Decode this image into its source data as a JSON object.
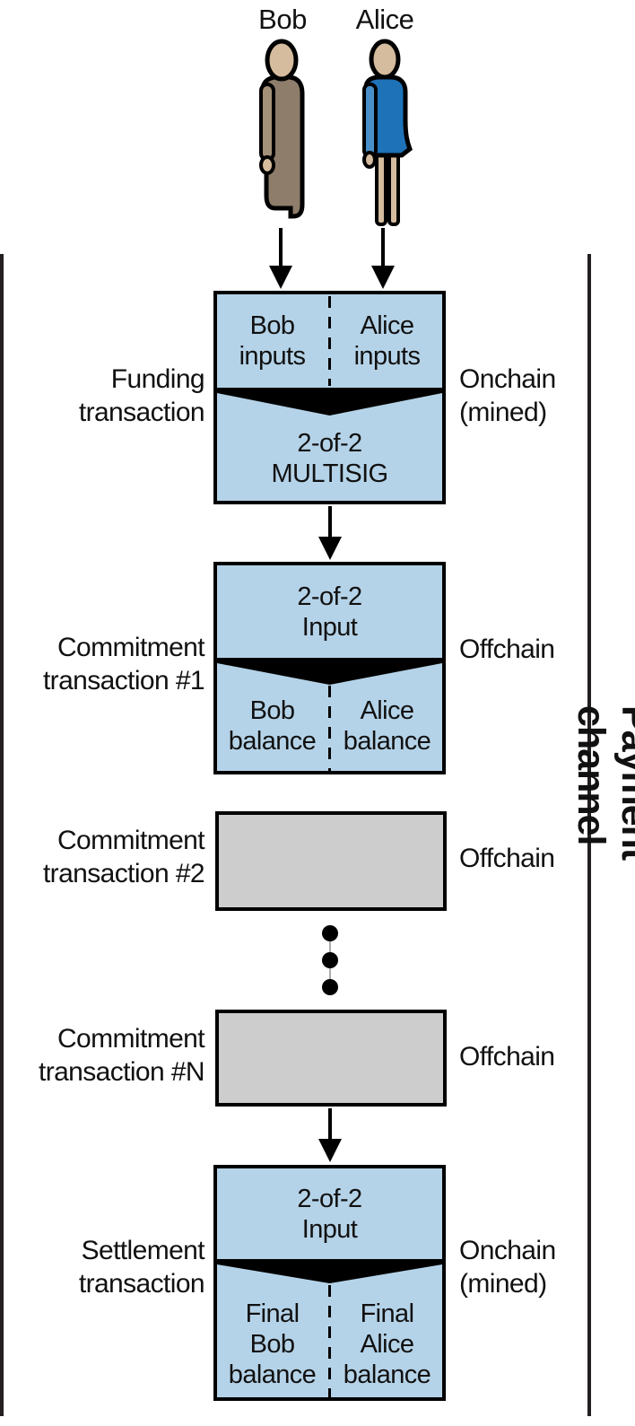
{
  "people": {
    "bob": "Bob",
    "alice": "Alice"
  },
  "bracket": {
    "label": "Payment channel"
  },
  "sections": {
    "funding": {
      "left_line1": "Funding",
      "left_line2": "transaction",
      "right_line1": "Onchain",
      "right_line2": "(mined)",
      "box_tl_line1": "Bob",
      "box_tl_line2": "inputs",
      "box_tr_line1": "Alice",
      "box_tr_line2": "inputs",
      "box_bottom_line1": "2-of-2",
      "box_bottom_line2": "MULTISIG"
    },
    "commitment1": {
      "left_line1": "Commitment",
      "left_line2": "transaction #1",
      "right_line1": "Offchain",
      "box_top_line1": "2-of-2",
      "box_top_line2": "Input",
      "box_bl_line1": "Bob",
      "box_bl_line2": "balance",
      "box_br_line1": "Alice",
      "box_br_line2": "balance"
    },
    "commitment2": {
      "left_line1": "Commitment",
      "left_line2": "transaction #2",
      "right_line1": "Offchain"
    },
    "commitmentN": {
      "left_line1": "Commitment",
      "left_line2": "transaction #N",
      "right_line1": "Offchain"
    },
    "settlement": {
      "left_line1": "Settlement",
      "left_line2": "transaction",
      "right_line1": "Onchain",
      "right_line2": "(mined)",
      "box_top_line1": "2-of-2",
      "box_top_line2": "Input",
      "box_bl_line1": "Final",
      "box_bl_line2": "Bob",
      "box_bl_line3": "balance",
      "box_br_line1": "Final",
      "box_br_line2": "Alice",
      "box_br_line3": "balance"
    }
  },
  "colors": {
    "box_blue": "#b5d3e8",
    "box_gray": "#cdcdcd",
    "outline_black": "#000000",
    "alice_dress_blue": "#1e72b8",
    "alice_arm_blue": "#4a90c8",
    "bob_coat_taupe": "#8e7d6b",
    "bob_arm_taupe": "#a29078",
    "skin_tan": "#d5bc9e"
  }
}
